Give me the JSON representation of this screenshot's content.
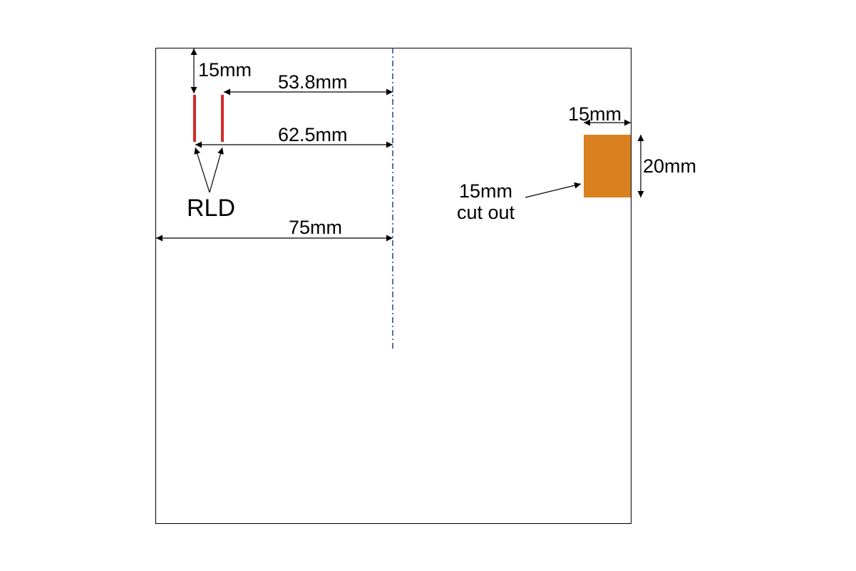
{
  "colors": {
    "background": "#ffffff",
    "outline": "#000000",
    "arrow": "#000000",
    "centerline": "#2b3b8f",
    "rld_marker": "#d42a2a",
    "cutout": "#d98121"
  },
  "labels": {
    "top_offset": "15mm",
    "inner_rld_distance": "53.8mm",
    "outer_rld_distance": "62.5mm",
    "rld": "RLD",
    "half_width": "75mm",
    "cutout_width": "15mm",
    "cutout_height": "20mm",
    "cutout_note_line1": "15mm",
    "cutout_note_line2": "cut out"
  }
}
